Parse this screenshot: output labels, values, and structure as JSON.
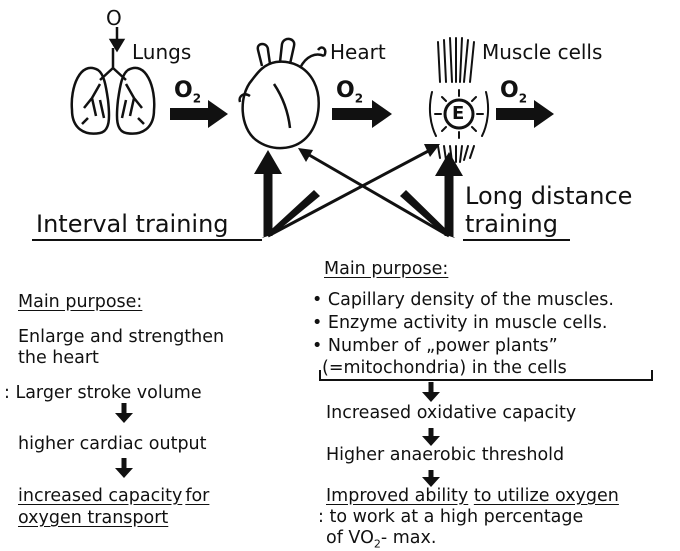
{
  "top": {
    "oxygen_input": "O",
    "lungs": "Lungs",
    "heart": "Heart",
    "muscle_cells": "Muscle cells",
    "o2_main": "O",
    "o2_sub": "2",
    "energy": "E"
  },
  "interval": {
    "title": "Interval training",
    "purpose_heading": "Main purpose:",
    "purpose_line1": "Enlarge and strengthen",
    "purpose_line2": "the heart",
    "effect1": ": Larger stroke volume",
    "effect2": "higher cardiac output",
    "result_part1": "increased capacity",
    "result_part2": "for",
    "result_line2": "oxygen transport"
  },
  "long_distance": {
    "title_line1": "Long distance",
    "title_line2": "training",
    "purpose_heading": "Main purpose:",
    "bullet1": "• Capillary density of the muscles.",
    "bullet2": "• Enzyme activity in muscle cells.",
    "bullet3": "• Number of „power plants”",
    "bullet3_cont": "(=mitochondria) in the cells",
    "effect1": "Increased oxidative capacity",
    "effect2": "Higher anaerobic threshold",
    "result_part1": "Improved ability",
    "result_part2": "to utilize oxygen",
    "result_line2": ": to work at a high percentage",
    "result_line3_a": "of VO",
    "result_line3_sub": "2",
    "result_line3_b": "- max."
  }
}
